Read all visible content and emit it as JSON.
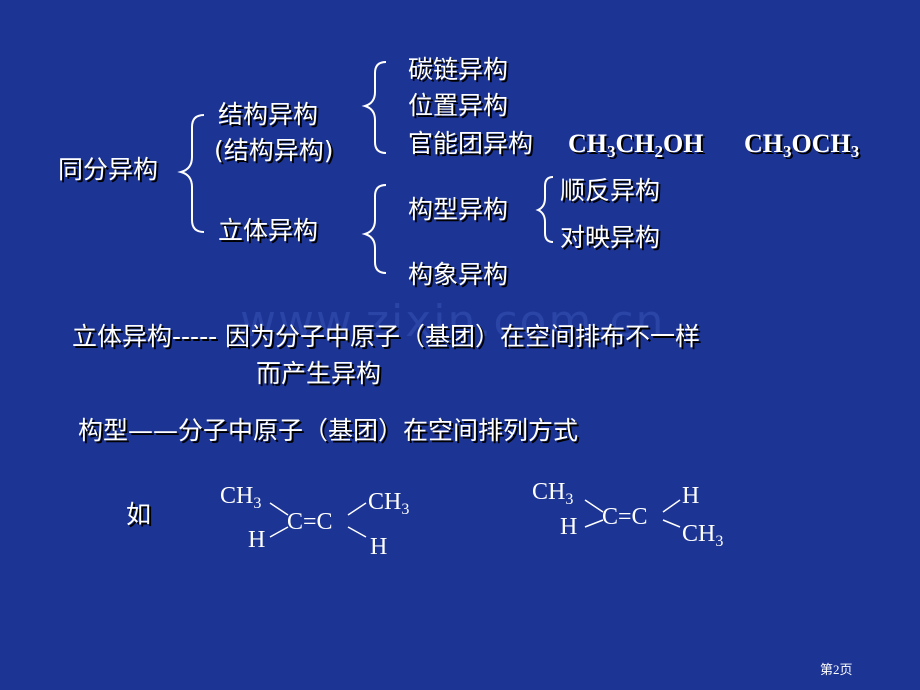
{
  "watermark": "www.zixin.com.cn",
  "tree": {
    "root": "同分异构",
    "structural": "结构异构",
    "structural_paren": "(结构异构)",
    "carbon_chain": "碳链异构",
    "position": "位置异构",
    "functional": "官能团异构",
    "stereo": "立体异构",
    "configuration": "构型异构",
    "cis_trans": "顺反异构",
    "enantiomer": "对映异构",
    "conformation": "构象异构"
  },
  "formula_ethanol": {
    "a": "CH",
    "b": "3",
    "c": "CH",
    "d": "2",
    "e": "OH"
  },
  "formula_ether": {
    "a": "CH",
    "b": "3",
    "c": "OCH",
    "d": "3"
  },
  "def_stereo": {
    "line1": "立体异构----- 因为分子中原子（基团）在空间排布不一样",
    "line2": "而产生异构"
  },
  "def_config": "构型——分子中原子（基团）在空间排列方式",
  "example_label": "如",
  "molecule1": {
    "tl_main": "CH",
    "tl_sub": "3",
    "tr_main": "CH",
    "tr_sub": "3",
    "bl": "H",
    "center": "C=C",
    "br": "H"
  },
  "molecule2": {
    "tl_main": "CH",
    "tl_sub": "3",
    "tr": "H",
    "bl": "H",
    "center": "C=C",
    "br_main": "CH",
    "br_sub": "3"
  },
  "page_number": "第2页"
}
